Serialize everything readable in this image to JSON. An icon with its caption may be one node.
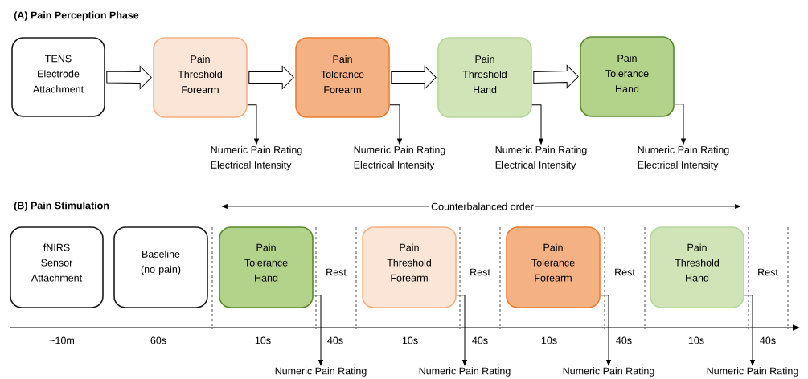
{
  "diagram": {
    "nodes": [
      {
        "text": [
          "TENS Electrode Attachment"
        ]
      },
      {
        "text": [
          "Pain Threshold Forearm"
        ]
      },
      {
        "text": [
          "Pain Tolerance Forearm"
        ]
      },
      {
        "text": [
          "Pain Threshold Hand"
        ]
      },
      {
        "text": [
          "Pain Tolerance Hand"
        ]
      },
      {
        "text": [
          "Numeric Pain Rating",
          "Electrical Intensity"
        ]
      },
      {
        "text": [
          "Numeric Pain Rating",
          "Electrical Intensity"
        ]
      },
      {
        "text": [
          "Numeric Pain Rating",
          "Electrical Intensity"
        ]
      },
      {
        "text": [
          "Numeric Pain Rating",
          "Electrical Intensity"
        ]
      },
      {
        "text": [
          "fNIRS Sensor Attachment"
        ]
      },
      {
        "text": [
          "Baseline (no pain)"
        ]
      },
      {
        "text": [
          "Pain Tolerance Hand"
        ]
      },
      {
        "text": [
          "Pain Threshold Forearm"
        ]
      },
      {
        "text": [
          "Pain Tolerance Forearm"
        ]
      },
      {
        "text": [
          "Pain Threshold Hand"
        ]
      },
      {
        "text": [
          "Numeric Pain Rating"
        ]
      },
      {
        "text": [
          "Numeric Pain Rating"
        ]
      },
      {
        "text": [
          "Numeric Pain Rating"
        ]
      },
      {
        "text": [
          "Numeric Pain Rating"
        ]
      }
    ],
    "edges": [
      {
        "from": 0,
        "to": 1,
        "arrow": "to",
        "style": "thick"
      },
      {
        "from": 1,
        "to": 2,
        "arrow": "to",
        "style": "thick"
      },
      {
        "from": 2,
        "to": 3,
        "arrow": "to",
        "style": "thick"
      },
      {
        "from": 3,
        "to": 4,
        "arrow": "to",
        "style": "thick"
      },
      {
        "from": 1,
        "to": 5,
        "arrow": "to"
      },
      {
        "from": 2,
        "to": 6,
        "arrow": "to"
      },
      {
        "from": 3,
        "to": 7,
        "arrow": "to"
      },
      {
        "from": 4,
        "to": 8,
        "arrow": "to"
      },
      {
        "from": 11,
        "to": 15,
        "arrow": "to"
      },
      {
        "from": 12,
        "to": 16,
        "arrow": "to"
      },
      {
        "from": 13,
        "to": 17,
        "arrow": "to"
      },
      {
        "from": 14,
        "to": 18,
        "arrow": "to"
      }
    ],
    "labels": [
      "(A) Pain Perception Phase",
      "(B) Pain Stimulation",
      "Counterbalanced order",
      "Rest",
      "Rest",
      "Rest",
      "Rest",
      "~10m",
      "60s",
      "10s",
      "40s",
      "10s",
      "40s",
      "10s",
      "40s",
      "10s",
      "40s"
    ]
  }
}
